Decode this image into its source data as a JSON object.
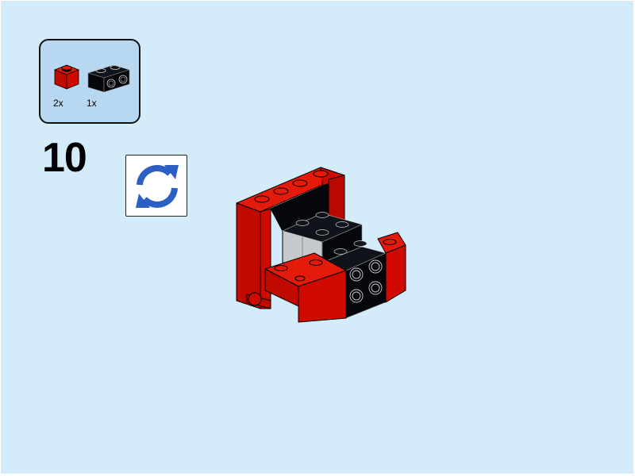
{
  "step": {
    "number": "10"
  },
  "parts_callout": {
    "parts": [
      {
        "name": "1x1 brick",
        "color": "red",
        "color_hex": "#d10a00",
        "quantity": "2x"
      },
      {
        "name": "1x2 brick with studs on side",
        "color": "black",
        "color_hex": "#05070c",
        "quantity": "1x"
      }
    ]
  },
  "rotate_button": {
    "icon": "rotate-arrows-icon",
    "color": "#2b5fc4"
  },
  "model": {
    "description": "Assembled red and black brick model",
    "colors": {
      "red": "#d10a00",
      "black": "#05070c",
      "light_gray": "#c5c8cc",
      "outline": "#000000"
    }
  },
  "colors": {
    "background": "#d4ebfa",
    "callout_background": "#b8d8f2",
    "border": "#ffffff"
  }
}
